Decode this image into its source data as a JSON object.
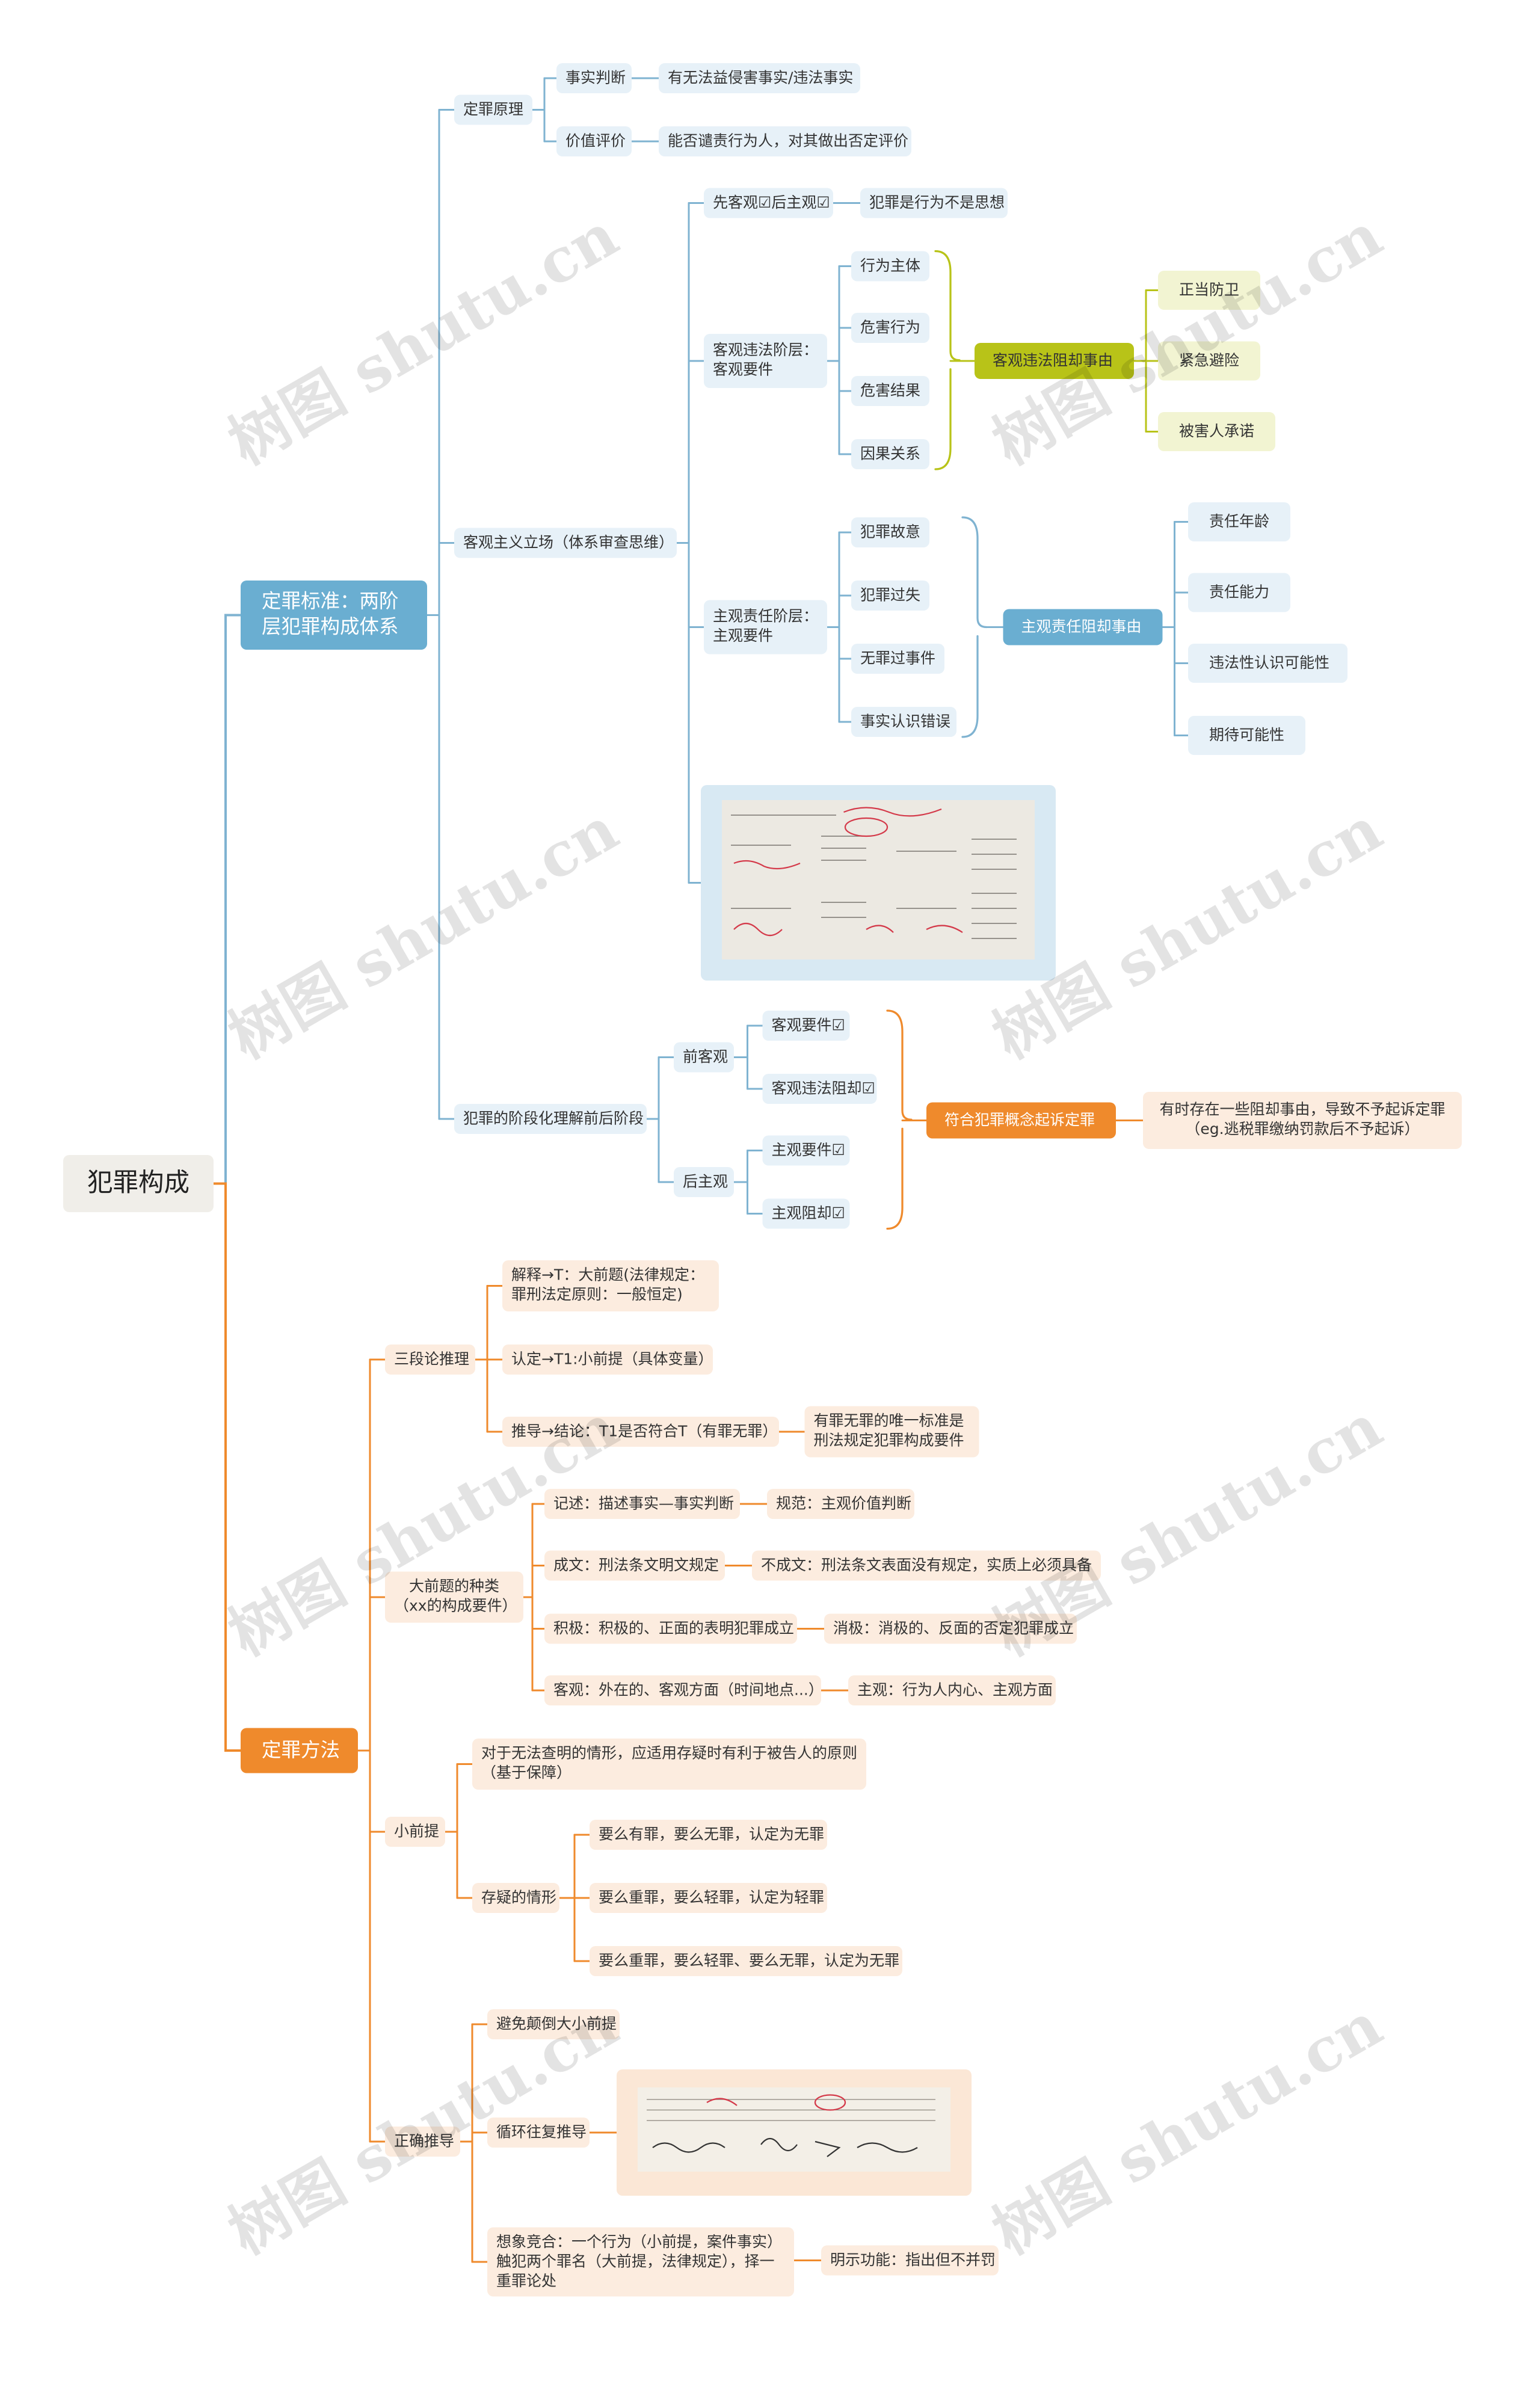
{
  "root": "犯罪构成",
  "branch1": {
    "label": "定罪标准：两阶层犯罪构成体系",
    "principle": {
      "label": "定罪原理",
      "fact": "事实判断",
      "fact_note": "有无法益侵害事实/违法事实",
      "value": "价值评价",
      "value_note": "能否谴责行为人，对其做出否定评价"
    },
    "objectivism": {
      "label": "客观主义立场（体系审查思维）",
      "first": "先客观☑后主观☑",
      "first_note": "犯罪是行为不是思想",
      "obj_layer": "客观违法阶层：客观要件",
      "obj_items": [
        "行为主体",
        "危害行为",
        "危害结果",
        "因果关系"
      ],
      "obj_defense": "客观违法阻却事由",
      "obj_defense_items": [
        "正当防卫",
        "紧急避险",
        "被害人承诺"
      ],
      "subj_layer": "主观责任阶层：主观要件",
      "subj_items": [
        "犯罪故意",
        "犯罪过失",
        "无罪过事件",
        "事实认识错误"
      ],
      "subj_defense": "主观责任阻却事由",
      "subj_defense_items": [
        "责任年龄",
        "责任能力",
        "违法性认识可能性",
        "期待可能性"
      ]
    },
    "staged": {
      "label": "犯罪的阶段化理解前后阶段",
      "front": "前客观",
      "front_items": [
        "客观要件☑",
        "客观违法阻却☑"
      ],
      "back": "后主观",
      "back_items": [
        "主观要件☑",
        "主观阻却☑"
      ],
      "result": "符合犯罪概念起诉定罪",
      "result_note": "有时存在一些阻却事由，导致不予起诉定罪（eg.逃税罪缴纳罚款后不予起诉）"
    }
  },
  "branch2": {
    "label": "定罪方法",
    "syllogism": {
      "label": "三段论推理",
      "items": [
        "解释→T：大前题(法律规定：罪刑法定原则：一般恒定)",
        "认定→T1:小前提（具体变量）",
        "推导→结论：T1是否符合T（有罪无罪）"
      ],
      "conclusion_note": "有罪无罪的唯一标准是刑法规定犯罪构成要件"
    },
    "major": {
      "label": "大前题的种类（xx的构成要件）",
      "pairs": [
        [
          "记述：描述事实—事实判断",
          "规范：主观价值判断"
        ],
        [
          "成文：刑法条文明文规定",
          "不成文：刑法条文表面没有规定，实质上必须具备"
        ],
        [
          "积极：积极的、正面的表明犯罪成立",
          "消极：消极的、反面的否定犯罪成立"
        ],
        [
          "客观：外在的、客观方面（时间地点...）",
          "主观：行为人内心、主观方面"
        ]
      ]
    },
    "minor": {
      "label": "小前提",
      "doubt_rule": "对于无法查明的情形，应适用存疑时有利于被告人的原则（基于保障）",
      "doubt": "存疑的情形",
      "doubt_items": [
        "要么有罪，要么无罪，认定为无罪",
        "要么重罪，要么轻罪，认定为轻罪",
        "要么重罪，要么轻罪、要么无罪，认定为无罪"
      ]
    },
    "correct": {
      "label": "正确推导",
      "items": [
        "避免颠倒大小前提",
        "循环往复推导",
        "想象竞合：一个行为（小前提，案件事实）触犯两个罪名（大前提，法律规定），择一重罪论处"
      ],
      "note": "明示功能：指出但不并罚"
    }
  },
  "watermark": "树图 shutu.cn",
  "colors": {
    "blue_line": "#7fb3d1",
    "orange_line": "#ef8a2c",
    "olive": "#b8c318"
  }
}
